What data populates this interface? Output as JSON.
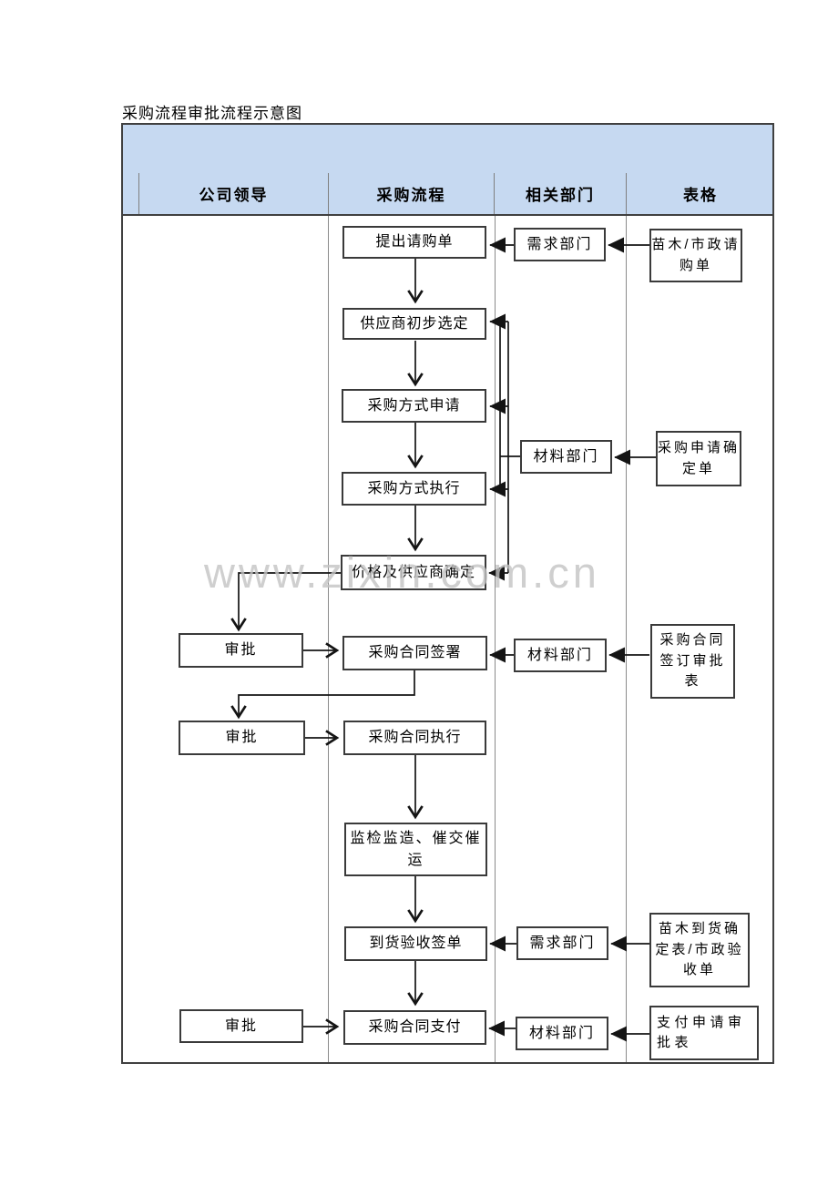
{
  "doc": {
    "title": "采购流程审批流程示意图",
    "watermark": "www.zixin.com.cn"
  },
  "colors": {
    "header_fill": "#c6d9f1",
    "grid_line": "#8a8a8a",
    "outer_border": "#404040",
    "arrow_line": "#141414",
    "watermark_gray": "#c4c4c4"
  },
  "table": {
    "columns": [
      "",
      "公司领导",
      "采购流程",
      "相关部门",
      "表格"
    ]
  },
  "nodes": {
    "p1": {
      "label": "提出请购单"
    },
    "p2": {
      "label": "供应商初步选定"
    },
    "p3": {
      "label": "采购方式申请"
    },
    "p4": {
      "label": "采购方式执行"
    },
    "p5": {
      "label": "价格及供应商确定"
    },
    "p6": {
      "label": "采购合同签署"
    },
    "p7": {
      "label": "采购合同执行"
    },
    "p8": {
      "label": "监检监造、催交催运"
    },
    "p9": {
      "label": "到货验收签单"
    },
    "p10": {
      "label": "采购合同支付"
    },
    "a1": {
      "label": "审批"
    },
    "a2": {
      "label": "审批"
    },
    "a3": {
      "label": "审批"
    },
    "d1": {
      "label": "需求部门"
    },
    "d2": {
      "label": "材料部门"
    },
    "d3": {
      "label": "材料部门"
    },
    "d4": {
      "label": "需求部门"
    },
    "d5": {
      "label": "材料部门"
    },
    "f1": {
      "label": "苗木/市政请购单"
    },
    "f2": {
      "label": "采购申请确定单"
    },
    "f3": {
      "label": "采购合同签订审批表"
    },
    "f4": {
      "label": "苗木到货确定表/市政验收单"
    },
    "f5": {
      "label": "支付申请审批表"
    }
  }
}
